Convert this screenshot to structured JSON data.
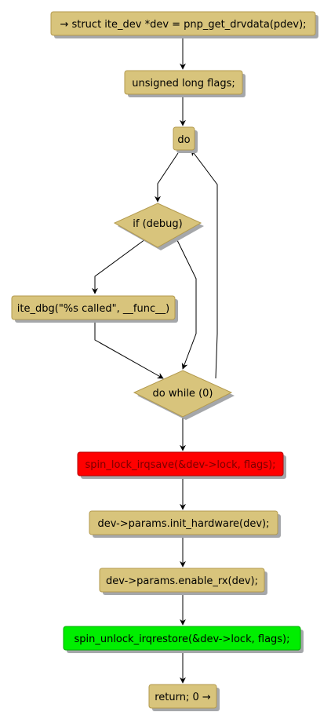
{
  "nodes": {
    "start": {
      "label": "→ struct ite_dev *dev = pnp_get_drvdata(pdev);"
    },
    "decl_flags": {
      "label": "unsigned long flags;"
    },
    "do_start": {
      "label": "do"
    },
    "if_debug": {
      "label": "if (debug)"
    },
    "dbg_call": {
      "label": "ite_dbg(\"%s called\", __func__)"
    },
    "do_while": {
      "label": "do while (0)"
    },
    "spin_lock": {
      "label": "spin_lock_irqsave(&dev->lock, flags);"
    },
    "init_hw": {
      "label": "dev->params.init_hardware(dev);"
    },
    "enable_rx": {
      "label": "dev->params.enable_rx(dev);"
    },
    "spin_unlock": {
      "label": "spin_unlock_irqrestore(&dev->lock, flags);"
    },
    "return": {
      "label": "return; 0 →"
    }
  },
  "colors": {
    "node_fill": "#d8c47c",
    "node_stroke": "#b39a4e",
    "shadow": "#a5a7aa",
    "lock_fill": "#ff0000",
    "unlock_fill": "#00ee00",
    "edge": "#000000"
  }
}
